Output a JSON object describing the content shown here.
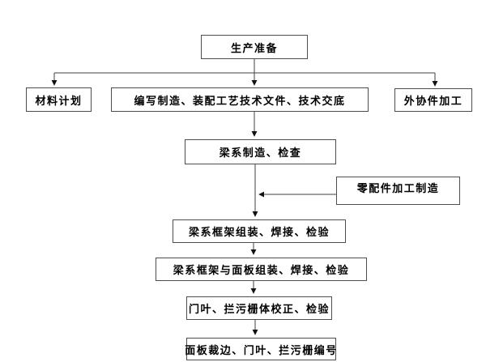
{
  "flowchart": {
    "colors": {
      "background": "#ffffff",
      "box_fill": "#ffffff",
      "box_border": "#4d4d4d",
      "connector": "#404040",
      "text": "#000000"
    },
    "nodes": [
      {
        "id": "production-prep",
        "label": "生产准备"
      },
      {
        "id": "material-plan",
        "label": "材料计划"
      },
      {
        "id": "process-docs",
        "label": "编写制造、装配工艺技术文件、技术交底"
      },
      {
        "id": "outsourced-parts",
        "label": "外协件加工"
      },
      {
        "id": "beam-manufacture",
        "label": "梁系制造、检查"
      },
      {
        "id": "spare-parts",
        "label": "零配件加工制造"
      },
      {
        "id": "frame-assembly",
        "label": "梁系框架组装、焊接、检验"
      },
      {
        "id": "frame-panel-assembly",
        "label": "梁系框架与面板组装、焊接、检验"
      },
      {
        "id": "gate-correction",
        "label": "门叶、拦污栅体校正、检验"
      },
      {
        "id": "panel-trimming",
        "label": "面板裁边、门叶、拦污栅编号"
      }
    ],
    "edges": [
      {
        "from": "production-prep",
        "to": "material-plan"
      },
      {
        "from": "production-prep",
        "to": "process-docs"
      },
      {
        "from": "production-prep",
        "to": "outsourced-parts"
      },
      {
        "from": "process-docs",
        "to": "beam-manufacture"
      },
      {
        "from": "beam-manufacture",
        "to": "frame-assembly"
      },
      {
        "from": "spare-parts",
        "to": "frame-assembly"
      },
      {
        "from": "frame-assembly",
        "to": "frame-panel-assembly"
      },
      {
        "from": "frame-panel-assembly",
        "to": "gate-correction"
      },
      {
        "from": "gate-correction",
        "to": "panel-trimming"
      }
    ]
  }
}
